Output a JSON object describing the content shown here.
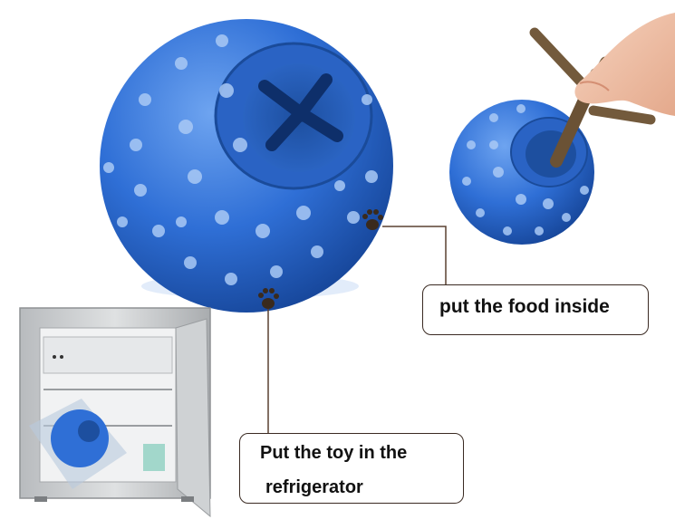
{
  "callouts": {
    "food": "put the food inside",
    "fridge_line1": "Put the toy in the",
    "fridge_line2": "refrigerator"
  },
  "icons": {
    "paw_top": "paw-print-icon",
    "paw_bottom": "paw-print-icon"
  },
  "colors": {
    "ball_blue": "#2f6fd6",
    "ball_dark": "#1a4fa8",
    "paw": "#3a2a1c",
    "leader_line": "#5a4030",
    "treat_stick": "#6b5235",
    "fridge_body": "#c9ccce"
  }
}
